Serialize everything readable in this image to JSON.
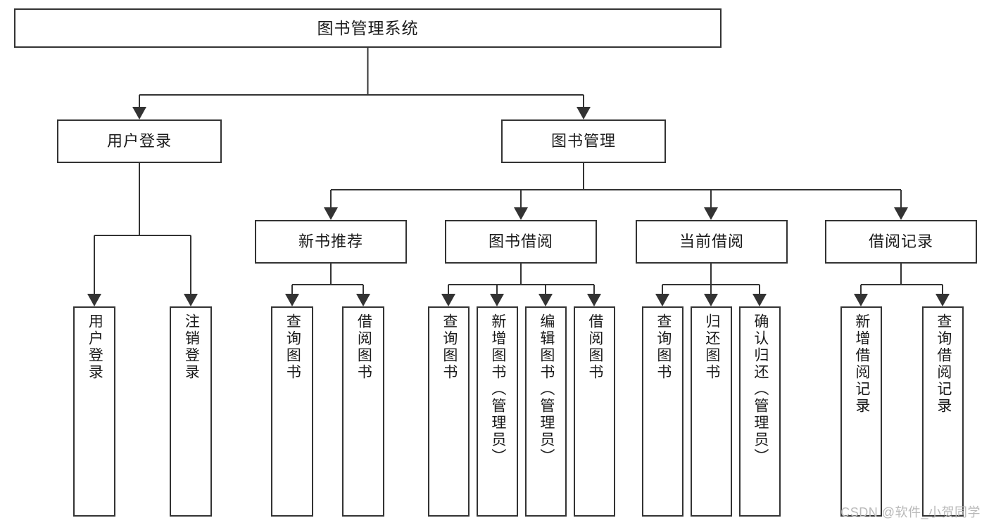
{
  "diagram": {
    "title": "图书管理系统",
    "type": "tree-hierarchy-flowchart",
    "watermark": "CSDN @软件_小贺同学",
    "colors": {
      "stroke": "#333333",
      "fill": "#ffffff",
      "text": "#1b1b1b",
      "watermark": "#b9b9b9"
    }
  },
  "nodes": {
    "root": {
      "label": "图书管理系统"
    },
    "level2": [
      {
        "label": "用户登录"
      },
      {
        "label": "图书管理"
      }
    ],
    "level3": [
      {
        "label": "新书推荐"
      },
      {
        "label": "图书借阅"
      },
      {
        "label": "当前借阅"
      },
      {
        "label": "借阅记录"
      }
    ],
    "leaves": {
      "user_login": [
        {
          "label": "用户登录"
        },
        {
          "label": "注销登录"
        }
      ],
      "new_book_recommend": [
        {
          "label": "查询图书"
        },
        {
          "label": "借阅图书"
        }
      ],
      "book_borrow": [
        {
          "label": "查询图书"
        },
        {
          "label": "新增图书（管理员）"
        },
        {
          "label": "编辑图书（管理员）"
        },
        {
          "label": "借阅图书"
        }
      ],
      "current_borrow": [
        {
          "label": "查询图书"
        },
        {
          "label": "归还图书"
        },
        {
          "label": "确认归还（管理员）"
        }
      ],
      "borrow_record": [
        {
          "label": "新增借阅记录"
        },
        {
          "label": "查询借阅记录"
        }
      ]
    }
  }
}
